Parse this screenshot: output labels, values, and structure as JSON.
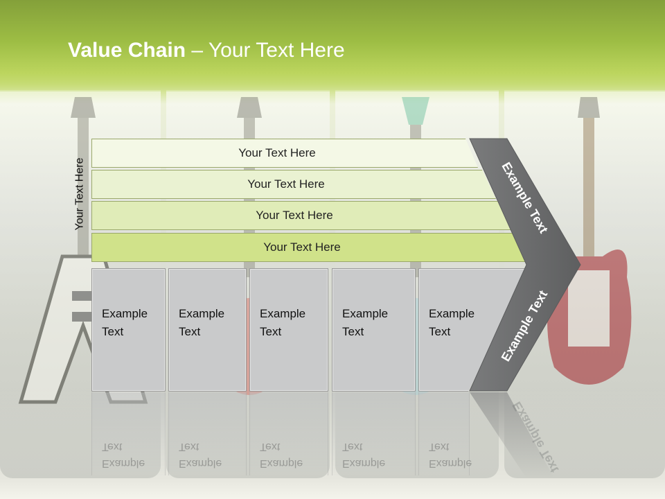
{
  "title": {
    "bold": "Value Chain",
    "rest": " – Your Text Here"
  },
  "side_label": "Your Text Here",
  "bars": [
    {
      "label": "Your Text Here",
      "color": "#f4f8e6"
    },
    {
      "label": "Your Text Here",
      "color": "#eaf2d2"
    },
    {
      "label": "Your Text Here",
      "color": "#e0ecb8"
    },
    {
      "label": "Your Text Here",
      "color": "#d0e28a"
    }
  ],
  "boxes": [
    {
      "line1": "Example",
      "line2": "Text"
    },
    {
      "line1": "Example",
      "line2": "Text"
    },
    {
      "line1": "Example",
      "line2": "Text"
    },
    {
      "line1": "Example",
      "line2": "Text"
    },
    {
      "line1": "Example",
      "line2": "Text"
    }
  ],
  "arrow": {
    "upper": "Example Text",
    "lower": "Example Text",
    "color": "#6e6f70"
  },
  "colors": {
    "header": "#9dbd44",
    "box": "#c9cacb"
  }
}
